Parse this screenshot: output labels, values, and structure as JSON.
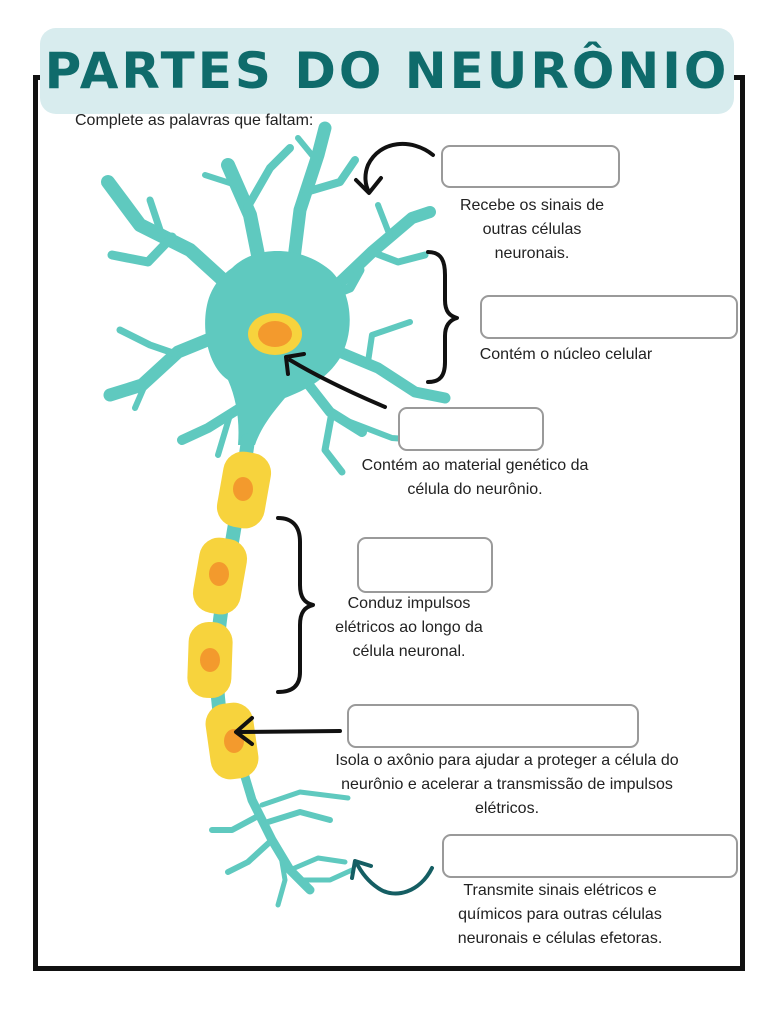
{
  "title": "PARTES DO NEURÔNIO",
  "instruction": "Complete as palavras que faltam:",
  "colors": {
    "neuron": "#5fc9bf",
    "myelin": "#f7d33d",
    "myelin_core": "#f39a2d",
    "title_bg": "#d8ecee",
    "title_text": "#0f6b6b",
    "arrow": "#111111",
    "axon_terminal_arrow": "#155e63"
  },
  "parts": [
    {
      "id": "dendrites",
      "answer_value": "",
      "description": "Recebe os sinais de outras células neuronais."
    },
    {
      "id": "cell-body",
      "answer_value": "",
      "description": "Contém o núcleo celular"
    },
    {
      "id": "nucleus",
      "answer_value": "",
      "description": "Contém ao material genético da célula do neurônio."
    },
    {
      "id": "axon",
      "answer_value": "",
      "description": "Conduz impulsos elétricos ao longo da célula neuronal."
    },
    {
      "id": "myelin-sheath",
      "answer_value": "",
      "description": "Isola o axônio para ajudar a proteger a célula do neurônio e acelerar a transmissão de impulsos elétricos."
    },
    {
      "id": "axon-terminals",
      "answer_value": "",
      "description": "Transmite sinais elétricos e químicos para outras células neuronais e células efetoras."
    }
  ]
}
